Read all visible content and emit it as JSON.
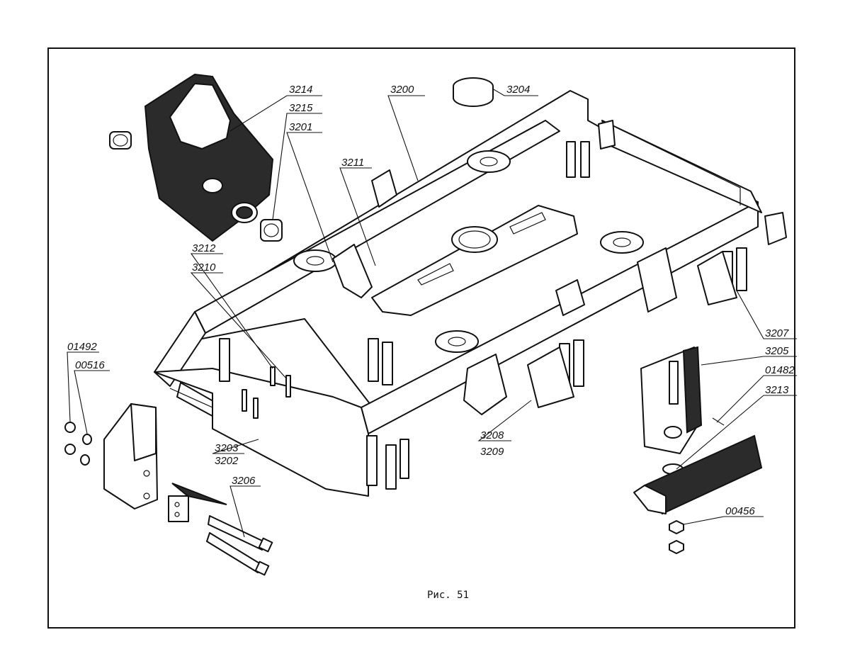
{
  "figure": {
    "caption": "Рис. 51",
    "callouts": [
      {
        "id": "c3214",
        "text": "3214"
      },
      {
        "id": "c3215",
        "text": "3215"
      },
      {
        "id": "c3201",
        "text": "3201"
      },
      {
        "id": "c3200",
        "text": "3200"
      },
      {
        "id": "c3204",
        "text": "3204"
      },
      {
        "id": "c3211",
        "text": "3211"
      },
      {
        "id": "c3212",
        "text": "3212"
      },
      {
        "id": "c3210",
        "text": "3210"
      },
      {
        "id": "c3207",
        "text": "3207"
      },
      {
        "id": "c3205",
        "text": "3205"
      },
      {
        "id": "c01482",
        "text": "01482"
      },
      {
        "id": "c3213",
        "text": "3213"
      },
      {
        "id": "c01492",
        "text": "01492"
      },
      {
        "id": "c00516",
        "text": "00516"
      },
      {
        "id": "c3203",
        "text": "3203"
      },
      {
        "id": "c3202",
        "text": "3202"
      },
      {
        "id": "c3206",
        "text": "3206"
      },
      {
        "id": "c3208",
        "text": "3208"
      },
      {
        "id": "c3209",
        "text": "3209"
      },
      {
        "id": "c00456",
        "text": "00456"
      }
    ]
  }
}
